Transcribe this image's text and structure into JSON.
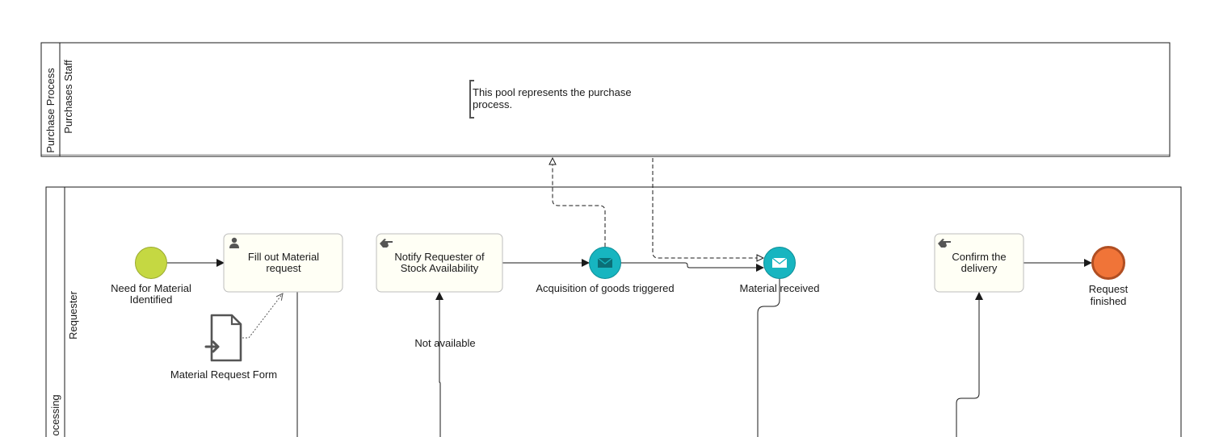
{
  "pools": {
    "purchase": {
      "pool_label": "Purchase Process",
      "lane_label": "Purchases Staff"
    },
    "requisition": {
      "pool_label": "ocessing",
      "lane_label": "Requester"
    }
  },
  "annotation": {
    "line1": "This pool represents the purchase",
    "line2": "process."
  },
  "start_event": {
    "line1": "Need for Material",
    "line2": "Identified",
    "color": "#c5d842"
  },
  "tasks": {
    "fill_out": {
      "line1": "Fill out Material",
      "line2": "request",
      "icon": "user-icon"
    },
    "notify": {
      "line1": "Notify Requester of",
      "line2": "Stock Availability",
      "icon": "hand-pointer-icon"
    },
    "confirm": {
      "line1": "Confirm the",
      "line2": "delivery",
      "icon": "hand-pointer-icon"
    }
  },
  "message_throw": {
    "label": "Acquisition of goods triggered",
    "color": "#17b5c0"
  },
  "message_catch": {
    "label": "Material received",
    "color": "#17b5c0"
  },
  "end_event": {
    "line1": "Request",
    "line2": "finished",
    "color": "#f07438"
  },
  "data_object": {
    "label": "Material Request Form",
    "icon": "input-document-icon"
  },
  "flow_labels": {
    "not_available": "Not available"
  }
}
